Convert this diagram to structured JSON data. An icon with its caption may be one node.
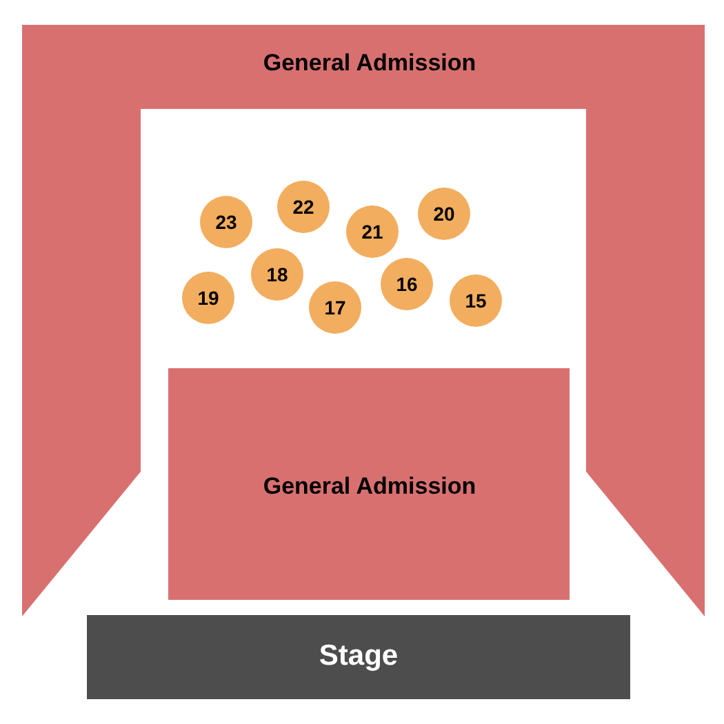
{
  "diagram": {
    "nodes": [
      {
        "text": [
          "General Admission"
        ]
      },
      {
        "text": [
          "General Admission"
        ]
      },
      {
        "text": [
          "Stage"
        ]
      },
      {
        "text": [
          "23"
        ]
      },
      {
        "text": [
          "22"
        ]
      },
      {
        "text": [
          "21"
        ]
      },
      {
        "text": [
          "20"
        ]
      },
      {
        "text": [
          "18"
        ]
      },
      {
        "text": [
          "16"
        ]
      },
      {
        "text": [
          "19"
        ]
      },
      {
        "text": [
          "17"
        ]
      },
      {
        "text": [
          "15"
        ]
      }
    ]
  }
}
